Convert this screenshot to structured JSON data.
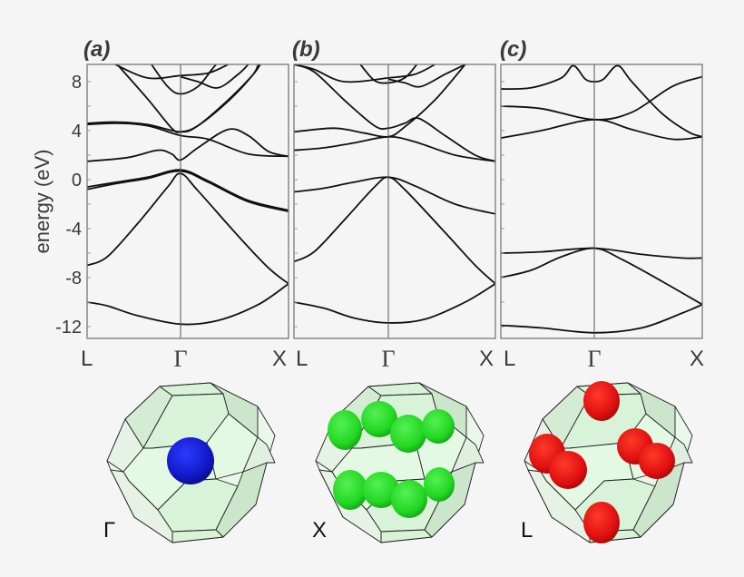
{
  "figure": {
    "ylabel": "energy (eV)",
    "yticks": [
      8,
      4,
      0,
      -4,
      -8,
      -12
    ],
    "ytick_labels": [
      "8",
      "4",
      "0",
      "-4",
      "-8",
      "-12"
    ],
    "kpoint_labels": [
      "L",
      "Γ",
      "X"
    ],
    "panels": [
      {
        "id": "a",
        "title": "(a)"
      },
      {
        "id": "b",
        "title": "(b)"
      },
      {
        "id": "c",
        "title": "(c)"
      }
    ],
    "brillouin_zones": [
      {
        "label": "Γ",
        "pocket_color": "#1a1fd6",
        "pocket_location": "Gamma"
      },
      {
        "label": "X",
        "pocket_color": "#22dd22",
        "pocket_location": "X"
      },
      {
        "label": "L",
        "pocket_color": "#e01010",
        "pocket_location": "L"
      }
    ],
    "colors": {
      "background": "#f5f5f5",
      "bands": "#111111",
      "frame": "#777777",
      "bz_fill": "#d8f5d8"
    }
  },
  "chart_data": [
    {
      "type": "line",
      "title": "(a)",
      "xlabel": "",
      "ylabel": "energy (eV)",
      "x_tick_labels": [
        "L",
        "Γ",
        "X"
      ],
      "x_tick_positions": [
        0,
        0.464,
        1
      ],
      "ylim": [
        -13,
        9.4
      ],
      "yticks": [
        8,
        4,
        0,
        -4,
        -8,
        -12
      ],
      "grid": false,
      "series": [
        {
          "name": "band1",
          "points": [
            [
              0,
              -10.0
            ],
            [
              0.1,
              -10.3
            ],
            [
              0.25,
              -11.1
            ],
            [
              0.464,
              -11.8
            ],
            [
              0.65,
              -11.5
            ],
            [
              0.85,
              -10.2
            ],
            [
              1,
              -8.5
            ]
          ]
        },
        {
          "name": "band2",
          "points": [
            [
              0,
              -7.0
            ],
            [
              0.1,
              -6.3
            ],
            [
              0.25,
              -3.6
            ],
            [
              0.4,
              -0.6
            ],
            [
              0.464,
              0.5
            ],
            [
              0.55,
              -0.9
            ],
            [
              0.75,
              -4.6
            ],
            [
              0.9,
              -7.2
            ],
            [
              1,
              -8.5
            ]
          ]
        },
        {
          "name": "band3",
          "points": [
            [
              0,
              -0.8
            ],
            [
              0.15,
              -0.3
            ],
            [
              0.3,
              0.1
            ],
            [
              0.464,
              0.7
            ],
            [
              0.6,
              -0.2
            ],
            [
              0.8,
              -1.8
            ],
            [
              1,
              -2.6
            ]
          ]
        },
        {
          "name": "band4",
          "points": [
            [
              0,
              -0.6
            ],
            [
              0.15,
              -0.2
            ],
            [
              0.3,
              0.2
            ],
            [
              0.464,
              0.8
            ],
            [
              0.6,
              -0.1
            ],
            [
              0.8,
              -1.7
            ],
            [
              1,
              -2.5
            ]
          ]
        },
        {
          "name": "band5",
          "points": [
            [
              0,
              1.5
            ],
            [
              0.2,
              1.8
            ],
            [
              0.35,
              2.4
            ],
            [
              0.42,
              2.1
            ],
            [
              0.464,
              1.6
            ],
            [
              0.55,
              2.6
            ],
            [
              0.7,
              4.1
            ],
            [
              0.8,
              3.6
            ],
            [
              0.9,
              2.3
            ],
            [
              1,
              1.9
            ]
          ]
        },
        {
          "name": "band6",
          "points": [
            [
              0,
              4.5
            ],
            [
              0.15,
              4.6
            ],
            [
              0.3,
              4.4
            ],
            [
              0.464,
              3.6
            ],
            [
              0.6,
              3.3
            ],
            [
              0.8,
              2.1
            ],
            [
              1,
              1.9
            ]
          ]
        },
        {
          "name": "band7",
          "points": [
            [
              0,
              4.6
            ],
            [
              0.15,
              4.7
            ],
            [
              0.3,
              4.5
            ],
            [
              0.464,
              3.9
            ],
            [
              0.55,
              4.4
            ],
            [
              0.7,
              6.4
            ],
            [
              0.82,
              8.5
            ],
            [
              0.85,
              9.4
            ]
          ]
        },
        {
          "name": "band8",
          "points": [
            [
              0.15,
              9.4
            ],
            [
              0.3,
              6.6
            ],
            [
              0.42,
              4.2
            ],
            [
              0.464,
              3.9
            ],
            [
              0.55,
              4.4
            ],
            [
              0.7,
              6.5
            ],
            [
              0.82,
              8.5
            ],
            [
              0.86,
              9.4
            ]
          ]
        },
        {
          "name": "band9",
          "points": [
            [
              0.14,
              9.4
            ],
            [
              0.3,
              8.3
            ],
            [
              0.464,
              8.5
            ],
            [
              0.6,
              8.7
            ],
            [
              0.7,
              9.4
            ]
          ]
        },
        {
          "name": "band10",
          "points": [
            [
              0.32,
              9.4
            ],
            [
              0.4,
              7.6
            ],
            [
              0.464,
              7.0
            ],
            [
              0.55,
              7.6
            ],
            [
              0.62,
              9.0
            ],
            [
              0.64,
              9.4
            ]
          ]
        },
        {
          "name": "band11",
          "points": [
            [
              0.464,
              8.4
            ],
            [
              0.55,
              8.0
            ],
            [
              0.65,
              7.5
            ],
            [
              0.75,
              8.6
            ],
            [
              0.8,
              9.4
            ]
          ]
        }
      ]
    },
    {
      "type": "line",
      "title": "(b)",
      "xlabel": "",
      "ylabel": "",
      "x_tick_labels": [
        "L",
        "Γ",
        "X"
      ],
      "x_tick_positions": [
        0,
        0.469,
        1
      ],
      "ylim": [
        -13,
        9.4
      ],
      "yticks": [
        8,
        4,
        0,
        -4,
        -8,
        -12
      ],
      "grid": false,
      "series": [
        {
          "name": "band1",
          "points": [
            [
              0,
              -10.0
            ],
            [
              0.15,
              -10.5
            ],
            [
              0.3,
              -11.3
            ],
            [
              0.469,
              -11.7
            ],
            [
              0.65,
              -11.4
            ],
            [
              0.85,
              -10.0
            ],
            [
              1,
              -8.5
            ]
          ]
        },
        {
          "name": "band2",
          "points": [
            [
              0,
              -6.7
            ],
            [
              0.1,
              -5.9
            ],
            [
              0.25,
              -3.3
            ],
            [
              0.4,
              -0.6
            ],
            [
              0.469,
              0.2
            ],
            [
              0.55,
              -0.8
            ],
            [
              0.75,
              -4.3
            ],
            [
              0.9,
              -7.0
            ],
            [
              1,
              -8.5
            ]
          ]
        },
        {
          "name": "band3",
          "points": [
            [
              0,
              -1.0
            ],
            [
              0.15,
              -0.7
            ],
            [
              0.3,
              -0.2
            ],
            [
              0.469,
              0.2
            ],
            [
              0.6,
              -0.5
            ],
            [
              0.8,
              -2.0
            ],
            [
              1,
              -2.8
            ]
          ]
        },
        {
          "name": "band4",
          "points": [
            [
              0,
              2.4
            ],
            [
              0.15,
              2.6
            ],
            [
              0.3,
              3.0
            ],
            [
              0.469,
              3.5
            ],
            [
              0.6,
              3.1
            ],
            [
              0.8,
              2.0
            ],
            [
              1,
              1.5
            ]
          ]
        },
        {
          "name": "band5",
          "points": [
            [
              0,
              3.9
            ],
            [
              0.2,
              4.2
            ],
            [
              0.35,
              3.8
            ],
            [
              0.469,
              3.5
            ],
            [
              0.55,
              4.3
            ],
            [
              0.7,
              6.5
            ],
            [
              0.85,
              9.4
            ]
          ]
        },
        {
          "name": "band6",
          "points": [
            [
              0,
              9.4
            ],
            [
              0.1,
              8.8
            ],
            [
              0.25,
              6.5
            ],
            [
              0.4,
              4.4
            ],
            [
              0.469,
              4.2
            ],
            [
              0.55,
              4.6
            ],
            [
              0.62,
              5.0
            ],
            [
              0.75,
              3.6
            ],
            [
              0.9,
              2.0
            ],
            [
              1,
              1.5
            ]
          ]
        },
        {
          "name": "band7",
          "points": [
            [
              0,
              9.4
            ],
            [
              0.1,
              9.0
            ],
            [
              0.25,
              8.0
            ],
            [
              0.469,
              8.3
            ],
            [
              0.6,
              8.6
            ],
            [
              0.7,
              9.4
            ]
          ]
        },
        {
          "name": "band8",
          "points": [
            [
              0.33,
              9.4
            ],
            [
              0.4,
              8.1
            ],
            [
              0.469,
              7.9
            ],
            [
              0.55,
              8.3
            ],
            [
              0.61,
              9.4
            ]
          ]
        },
        {
          "name": "band9",
          "points": [
            [
              0.469,
              8.2
            ],
            [
              0.55,
              7.9
            ],
            [
              0.63,
              7.6
            ],
            [
              0.75,
              8.6
            ],
            [
              0.85,
              9.4
            ]
          ]
        }
      ]
    },
    {
      "type": "line",
      "title": "(c)",
      "xlabel": "",
      "ylabel": "",
      "x_tick_labels": [
        "L",
        "Γ",
        "X"
      ],
      "x_tick_positions": [
        0,
        0.464,
        1
      ],
      "ylim": [
        -13,
        9.4
      ],
      "yticks": [
        8,
        4,
        0,
        -4,
        -8,
        -12
      ],
      "grid": false,
      "series": [
        {
          "name": "band1",
          "points": [
            [
              0,
              -11.9
            ],
            [
              0.2,
              -12.1
            ],
            [
              0.464,
              -12.5
            ],
            [
              0.7,
              -12.1
            ],
            [
              0.9,
              -10.9
            ],
            [
              1,
              -10.2
            ]
          ]
        },
        {
          "name": "band2",
          "points": [
            [
              0,
              -8.0
            ],
            [
              0.15,
              -7.4
            ],
            [
              0.3,
              -6.3
            ],
            [
              0.464,
              -5.6
            ],
            [
              0.6,
              -6.5
            ],
            [
              0.8,
              -8.3
            ],
            [
              1,
              -10.2
            ]
          ]
        },
        {
          "name": "band3",
          "points": [
            [
              0,
              -6.0
            ],
            [
              0.2,
              -5.9
            ],
            [
              0.464,
              -5.6
            ],
            [
              0.7,
              -6.1
            ],
            [
              0.9,
              -6.4
            ],
            [
              1,
              -6.4
            ]
          ]
        },
        {
          "name": "band4",
          "points": [
            [
              0,
              3.4
            ],
            [
              0.2,
              4.0
            ],
            [
              0.464,
              4.9
            ],
            [
              0.65,
              4.1
            ],
            [
              0.85,
              3.3
            ],
            [
              1,
              3.5
            ]
          ]
        },
        {
          "name": "band5",
          "points": [
            [
              0,
              6.0
            ],
            [
              0.2,
              5.8
            ],
            [
              0.464,
              4.9
            ],
            [
              0.65,
              5.5
            ],
            [
              0.85,
              7.6
            ],
            [
              1,
              8.4
            ]
          ]
        },
        {
          "name": "band6",
          "points": [
            [
              0,
              7.4
            ],
            [
              0.15,
              7.5
            ],
            [
              0.3,
              8.3
            ],
            [
              0.36,
              9.3
            ],
            [
              0.42,
              8.2
            ],
            [
              0.464,
              8.0
            ],
            [
              0.51,
              8.2
            ],
            [
              0.58,
              9.3
            ],
            [
              0.65,
              8.0
            ],
            [
              0.8,
              5.4
            ],
            [
              0.93,
              3.9
            ],
            [
              1,
              3.5
            ]
          ]
        }
      ]
    }
  ]
}
